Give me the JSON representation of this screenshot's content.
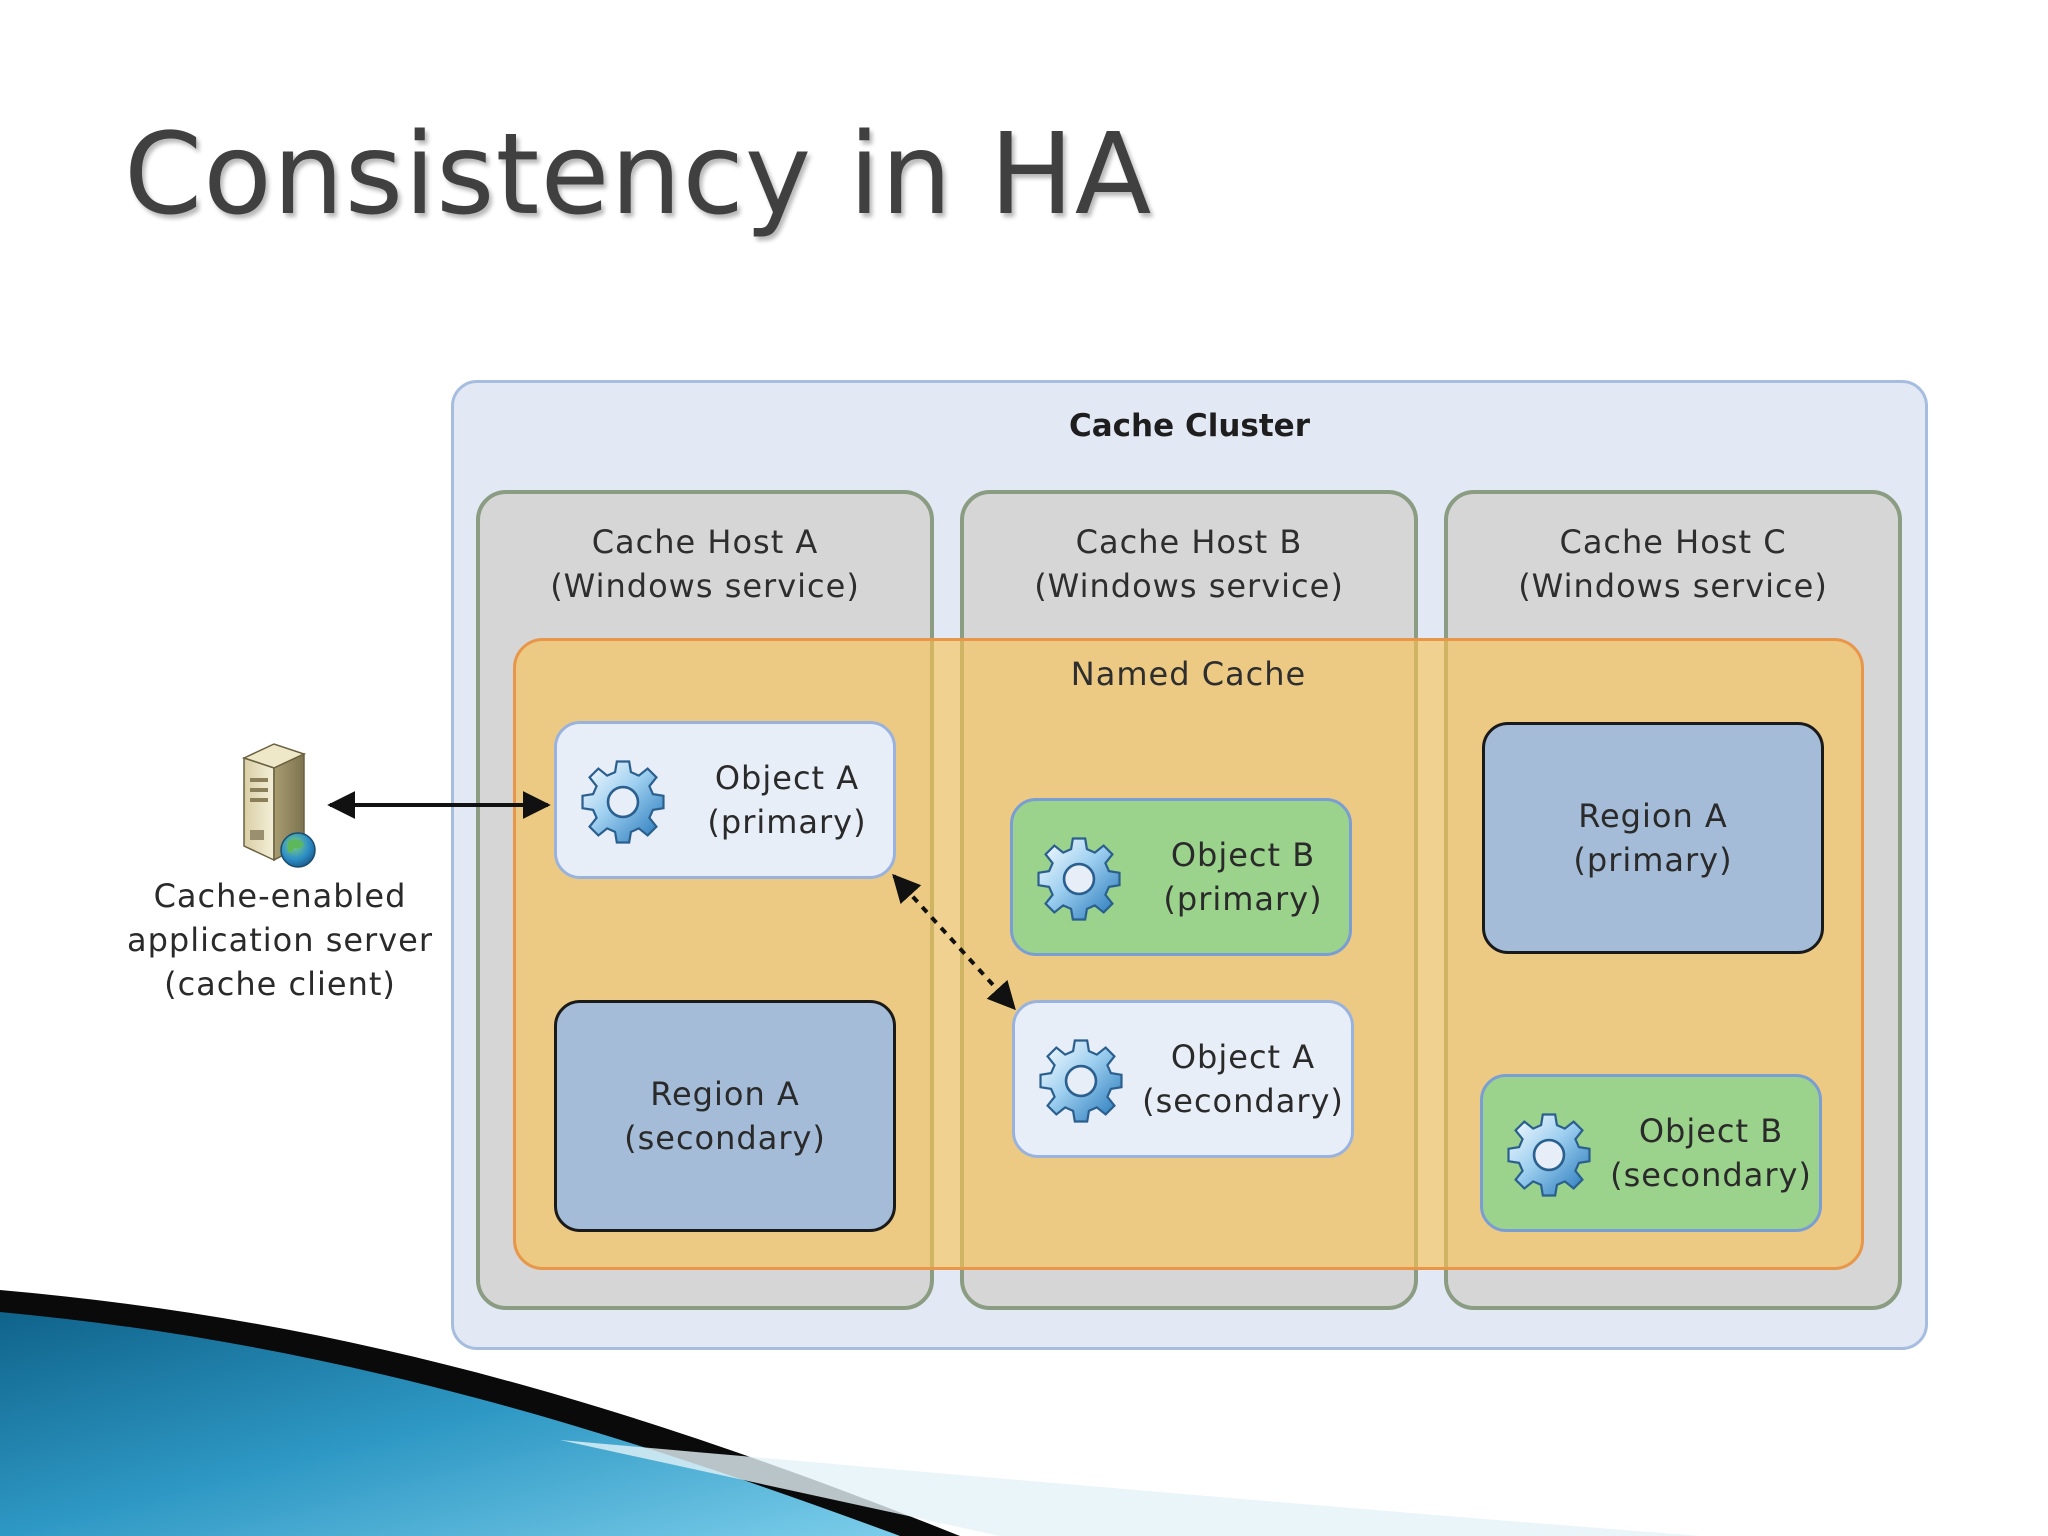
{
  "slide": {
    "title": "Consistency in HA"
  },
  "cluster": {
    "title": "Cache Cluster"
  },
  "hosts": [
    {
      "line1": "Cache Host A",
      "line2": "(Windows service)"
    },
    {
      "line1": "Cache Host B",
      "line2": "(Windows service)"
    },
    {
      "line1": "Cache Host C",
      "line2": "(Windows service)"
    }
  ],
  "named_cache": {
    "label": "Named Cache"
  },
  "items": {
    "object_a_primary": {
      "line1": "Object A",
      "line2": "(primary)"
    },
    "region_a_secondary": {
      "line1": "Region A",
      "line2": "(secondary)"
    },
    "object_b_primary": {
      "line1": "Object B",
      "line2": "(primary)"
    },
    "object_a_secondary": {
      "line1": "Object A",
      "line2": "(secondary)"
    },
    "region_a_primary": {
      "line1": "Region A",
      "line2": "(primary)"
    },
    "object_b_secondary": {
      "line1": "Object B",
      "line2": "(secondary)"
    }
  },
  "client": {
    "line1": "Cache-enabled",
    "line2": "application server",
    "line3": "(cache client)",
    "icon": "server-icon"
  },
  "colors": {
    "cluster_bg": "#e2e8f4",
    "host_bg": "#d6d6d6",
    "named_cache_bg": "#f8c450",
    "object_green": "#9bd28c",
    "region_blue": "#a4bcd8",
    "gear_blue": "#2f86c8",
    "accent_teal": "#1d7ea8"
  }
}
